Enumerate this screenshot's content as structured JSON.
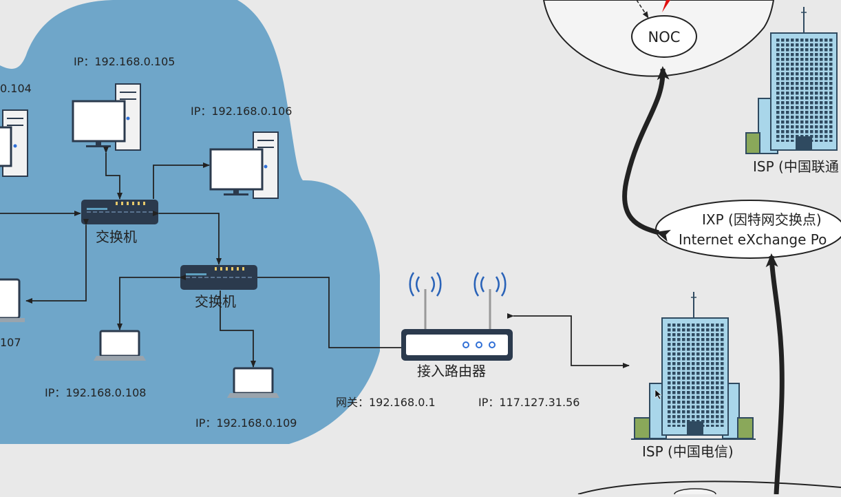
{
  "labels": {
    "ip_104": "0.104",
    "ip_105": "IP：192.168.0.105",
    "ip_106": "IP：192.168.0.106",
    "ip_107": "107",
    "ip_108": "IP：192.168.0.108",
    "ip_109": "IP：192.168.0.109",
    "switch_1": "交换机",
    "switch_2": "交换机",
    "router": "接入路由器",
    "gateway": "网关：192.168.0.1",
    "router_ip": "IP：117.127.31.56",
    "noc": "NOC",
    "ixp_line1": "IXP (因特网交换点)",
    "ixp_line2": "Internet eXchange Po",
    "isp_unicom": "ISP (中国联通",
    "isp_telecom": "ISP (中国电信)"
  },
  "colors": {
    "background": "#e9e9e9",
    "cloud": "#6fa6c9",
    "device_dark": "#2b3a4d",
    "led": "#e6c86a",
    "building": "#a9d6ea",
    "building_dark": "#2f4a60",
    "building_green": "#8aa85a",
    "router_dot": "#2f6fd6",
    "wifi": "#2a63b8",
    "noc_arrow": "#e01010"
  }
}
